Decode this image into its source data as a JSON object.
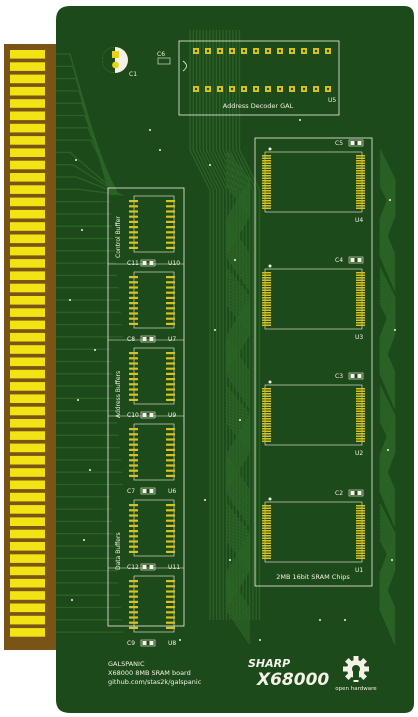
{
  "board": {
    "colors": {
      "pcb": "#1d4a1a",
      "trace": "#2c6627",
      "silk": "#f4f1e6",
      "gold": "#f2e414",
      "edge_base": "#7a5316",
      "pad": "#d9c21f"
    },
    "headline_labels": {
      "decoder": "Address Decoder GAL",
      "sram_group": "2MB 16bit SRAM Chips",
      "control_buffer": "Control Buffer",
      "address_buffers": "Address Buffers",
      "data_buffers": "Data Buffers"
    },
    "components": {
      "c1": "C1",
      "c6": "C6",
      "u5": "U5",
      "c5": "C5",
      "u4": "U4",
      "c4": "C4",
      "u3": "U3",
      "c3": "C3",
      "u2": "U2",
      "c2": "C2",
      "u1": "U1",
      "c11": "C11",
      "u10": "U10",
      "c8": "C8",
      "u7": "U7",
      "u9": "U9",
      "c10": "C10",
      "c7": "C7",
      "u6": "U6",
      "c12": "C12",
      "u11": "U11",
      "c9": "C9",
      "u8": "U8"
    },
    "footer": {
      "line1": "GALSPANIC",
      "line2": "X68000 8MB SRAM board",
      "line3": "github.com/stas2k/galspanic"
    },
    "logos": {
      "brand_top": "SHARP",
      "brand_bottom": "X68000",
      "oshw": "open hardware"
    }
  }
}
